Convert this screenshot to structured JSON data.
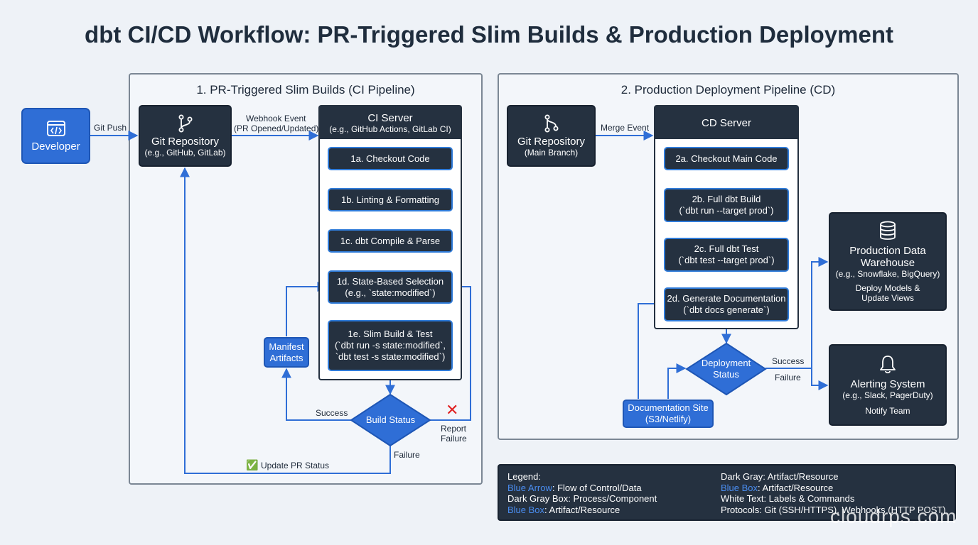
{
  "title": "dbt CI/CD Workflow: PR-Triggered Slim Builds & Production Deployment",
  "ci": {
    "panel_title": "1. PR-Triggered Slim Builds (CI Pipeline)",
    "developer": "Developer",
    "git_push": "Git Push",
    "repo_title": "Git Repository",
    "repo_sub": "(e.g., GitHub, GitLab)",
    "webhook_line1": "Webhook Event",
    "webhook_line2": "(PR Opened/Updated)",
    "server_title": "CI Server",
    "server_sub": "(e.g., GitHub Actions, GitLab CI)",
    "steps": [
      {
        "l1": "1a. Checkout Code",
        "l2": ""
      },
      {
        "l1": "1b. Linting & Formatting",
        "l2": ""
      },
      {
        "l1": "1c. dbt Compile & Parse",
        "l2": ""
      },
      {
        "l1": "1d. State-Based Selection",
        "l2": "(e.g., `state:modified`)"
      },
      {
        "l1": "1e. Slim Build & Test",
        "l2": "(`dbt run -s state:modified`,",
        "l3": "`dbt test -s state:modified`)"
      }
    ],
    "manifest_l1": "Manifest",
    "manifest_l2": "Artifacts",
    "decision": "Build Status",
    "success": "Success",
    "failure": "Failure",
    "report_l1": "Report",
    "report_l2": "Failure",
    "update_pr": "Update PR Status",
    "check_mark": "✅",
    "cross_mark": "✕"
  },
  "cd": {
    "panel_title": "2. Production Deployment Pipeline (CD)",
    "repo_title": "Git Repository",
    "repo_sub": "(Main Branch)",
    "merge_event": "Merge Event",
    "server_title": "CD Server",
    "steps": [
      {
        "l1": "2a. Checkout Main Code",
        "l2": ""
      },
      {
        "l1": "2b. Full dbt Build",
        "l2": "(`dbt run --target prod`)"
      },
      {
        "l1": "2c. Full dbt Test",
        "l2": "(`dbt test --target prod`)"
      },
      {
        "l1": "2d. Generate Documentation",
        "l2": "(`dbt docs generate`)"
      }
    ],
    "decision_l1": "Deployment",
    "decision_l2": "Status",
    "success": "Success",
    "failure": "Failure",
    "docs_l1": "Documentation Site",
    "docs_l2": "(S3/Netlify)",
    "warehouse_l1": "Production Data",
    "warehouse_l2": "Warehouse",
    "warehouse_l3": "(e.g., Snowflake, BigQuery)",
    "warehouse_l4": "Deploy Models &",
    "warehouse_l5": "Update Views",
    "alert_l1": "Alerting System",
    "alert_l2": "(e.g., Slack, PagerDuty)",
    "alert_l3": "Notify Team"
  },
  "legend": {
    "heading": "Legend:",
    "c1": [
      {
        "hl": "Blue Arrow",
        "rest": ": Flow of Control/Data"
      },
      {
        "hl": "",
        "rest": "Dark Gray Box: Process/Component"
      },
      {
        "hl": "Blue Box",
        "rest": ": Artifact/Resource"
      }
    ],
    "c2": [
      {
        "hl": "",
        "rest": "Dark Gray: Artifact/Resource"
      },
      {
        "hl": "Blue Box",
        "rest": ": Artifact/Resource"
      },
      {
        "hl": "",
        "rest": "White Text: Labels & Commands"
      },
      {
        "hl": "",
        "rest": "Protocols: Git (SSH/HTTPS), Webhooks (HTTP POST)"
      }
    ]
  },
  "watermark": "cloudrps.com",
  "colors": {
    "arrow": "#2f6ed6",
    "dark_box": "#253140",
    "blue_box": "#2f6ed6",
    "failure_x": "#e02424",
    "success_check": "#22a84a"
  }
}
